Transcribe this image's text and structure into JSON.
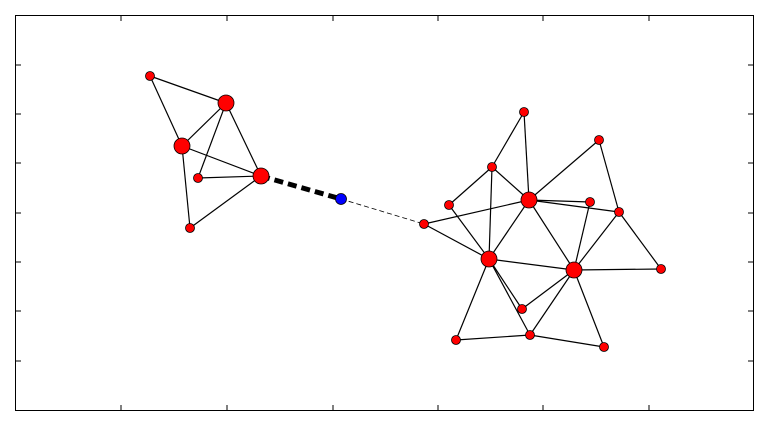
{
  "diagram": {
    "type": "network-graph",
    "frame": {
      "ticks_x": 6,
      "ticks_y": 7,
      "tick_labels_shown": false
    },
    "colors": {
      "node": "#ff0000",
      "hub_node": "#0000ff",
      "edge": "#000000",
      "frame": "#000000"
    },
    "nodes": [
      {
        "id": "A",
        "size": "small"
      },
      {
        "id": "B",
        "size": "large"
      },
      {
        "id": "C",
        "size": "large"
      },
      {
        "id": "D",
        "size": "small"
      },
      {
        "id": "E",
        "size": "large"
      },
      {
        "id": "F",
        "size": "small"
      },
      {
        "id": "G",
        "size": "medium",
        "color": "blue"
      },
      {
        "id": "H",
        "size": "small"
      },
      {
        "id": "I",
        "size": "small"
      },
      {
        "id": "J",
        "size": "small"
      },
      {
        "id": "K",
        "size": "small"
      },
      {
        "id": "L",
        "size": "large"
      },
      {
        "id": "M",
        "size": "small"
      },
      {
        "id": "N",
        "size": "small"
      },
      {
        "id": "O",
        "size": "small"
      },
      {
        "id": "P",
        "size": "large"
      },
      {
        "id": "Q",
        "size": "large"
      },
      {
        "id": "R",
        "size": "small"
      },
      {
        "id": "S",
        "size": "small"
      },
      {
        "id": "T",
        "size": "small"
      },
      {
        "id": "U",
        "size": "small"
      },
      {
        "id": "V",
        "size": "small"
      }
    ],
    "edges": [
      [
        "A",
        "B",
        "solid"
      ],
      [
        "A",
        "C",
        "solid"
      ],
      [
        "B",
        "C",
        "solid"
      ],
      [
        "B",
        "D",
        "solid"
      ],
      [
        "B",
        "E",
        "solid"
      ],
      [
        "C",
        "E",
        "solid"
      ],
      [
        "C",
        "F",
        "solid"
      ],
      [
        "D",
        "E",
        "solid"
      ],
      [
        "E",
        "F",
        "solid"
      ],
      [
        "E",
        "G",
        "thick-dashed"
      ],
      [
        "G",
        "H",
        "thin-dashed"
      ],
      [
        "K",
        "J",
        "solid"
      ],
      [
        "K",
        "L",
        "solid"
      ],
      [
        "J",
        "I",
        "solid"
      ],
      [
        "J",
        "L",
        "solid"
      ],
      [
        "J",
        "P",
        "solid"
      ],
      [
        "I",
        "P",
        "solid"
      ],
      [
        "H",
        "L",
        "solid"
      ],
      [
        "H",
        "P",
        "solid"
      ],
      [
        "L",
        "N",
        "solid"
      ],
      [
        "L",
        "O",
        "solid"
      ],
      [
        "M",
        "L",
        "solid"
      ],
      [
        "M",
        "O",
        "solid"
      ],
      [
        "L",
        "P",
        "solid"
      ],
      [
        "L",
        "Q",
        "solid"
      ],
      [
        "N",
        "Q",
        "solid"
      ],
      [
        "O",
        "Q",
        "solid"
      ],
      [
        "O",
        "R",
        "solid"
      ],
      [
        "P",
        "Q",
        "solid"
      ],
      [
        "Q",
        "R",
        "solid"
      ],
      [
        "P",
        "S",
        "solid"
      ],
      [
        "P",
        "U",
        "solid"
      ],
      [
        "P",
        "T",
        "solid"
      ],
      [
        "T",
        "U",
        "solid"
      ],
      [
        "S",
        "Q",
        "solid"
      ],
      [
        "U",
        "Q",
        "solid"
      ],
      [
        "U",
        "V",
        "solid"
      ],
      [
        "Q",
        "V",
        "solid"
      ]
    ]
  }
}
